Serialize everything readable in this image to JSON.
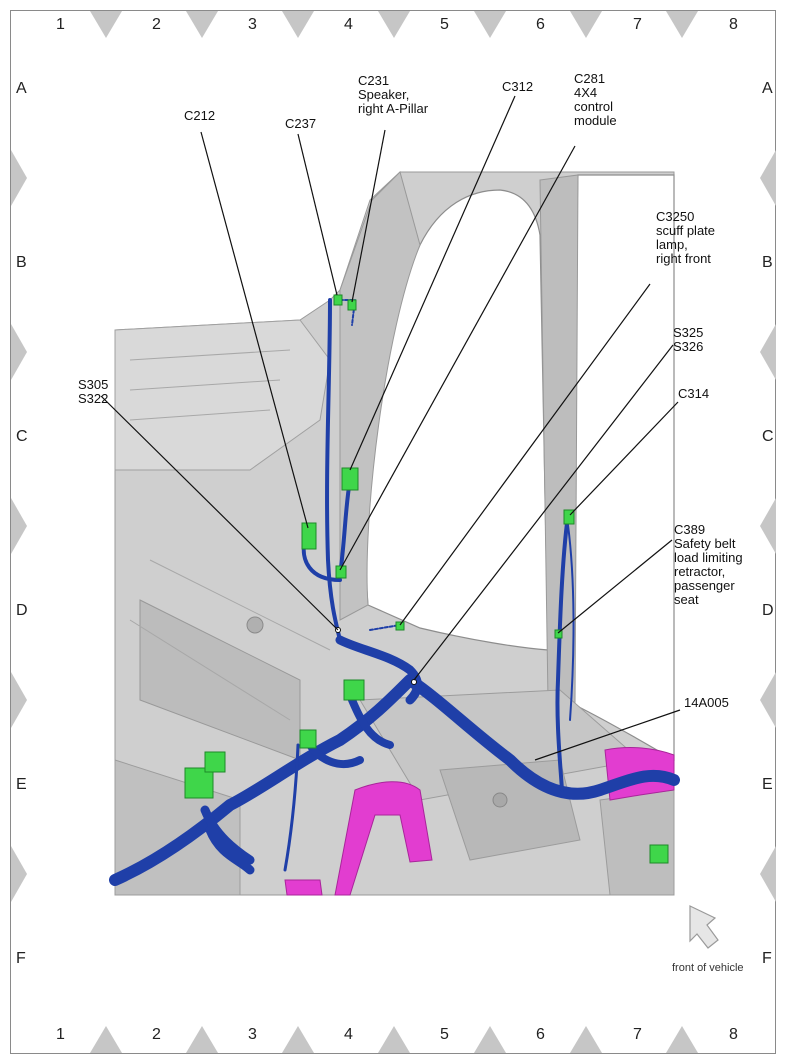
{
  "grid": {
    "columns": [
      "1",
      "2",
      "3",
      "4",
      "5",
      "6",
      "7",
      "8"
    ],
    "rows": [
      "A",
      "B",
      "C",
      "D",
      "E",
      "F"
    ]
  },
  "callouts": {
    "c212": "C212",
    "c237": "C237",
    "c231": "C231\nSpeaker,\nright A-Pillar",
    "c312": "C312",
    "c281": "C281\n4X4\ncontrol\nmodule",
    "c3250": "C3250\nscuff plate\nlamp,\nright front",
    "s325": "S325\nS326",
    "c314": "C314",
    "s305": "S305\nS322",
    "c389": "C389\nSafety belt\nload limiting\nretractor,\npassenger\nseat",
    "h14a005": "14A005"
  },
  "orientation": {
    "label": "front of vehicle"
  },
  "colors": {
    "harness": "#1f3fa8",
    "connector": "#3fd64a",
    "highlight": "#e23dd0",
    "body_panel": "#c9c9c9",
    "marker": "#c6c6c6"
  }
}
